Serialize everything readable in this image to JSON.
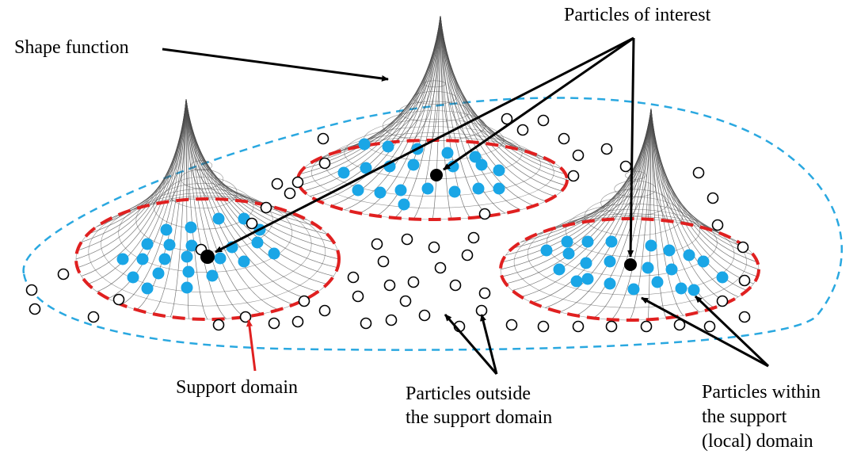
{
  "labels": {
    "shape_function": "Shape function",
    "particles_of_interest": "Particles of interest",
    "support_domain": "Support domain",
    "outside_line1": "Particles outside",
    "outside_line2": "the support domain",
    "within_line1": "Particles within",
    "within_line2": "the support",
    "within_line3": "(local) domain"
  },
  "colors": {
    "support_domain_outline": "#e02020",
    "global_domain_outline": "#2aa8e0",
    "particle_within": "#1aa6e6",
    "particle_of_interest": "#000000",
    "particle_outside_stroke": "#000000",
    "mesh": "#555555",
    "arrow": "#000000",
    "support_arrow": "#e02020"
  }
}
